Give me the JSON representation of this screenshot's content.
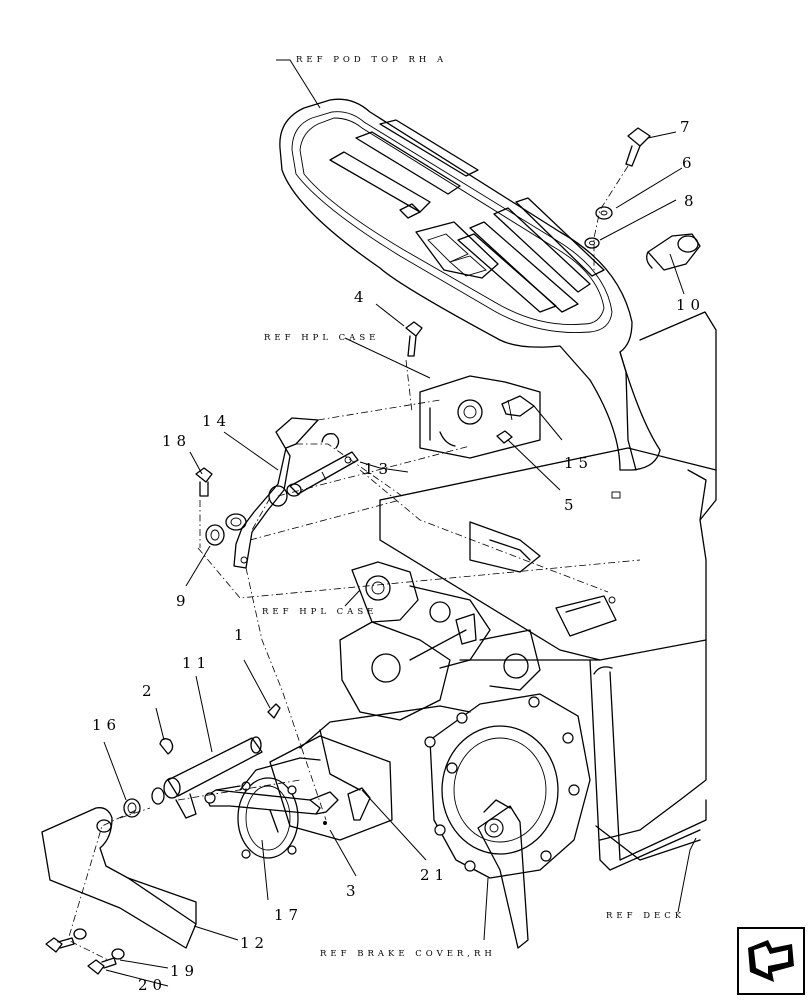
{
  "refs": {
    "pod_top": "REF POD TOP RH A",
    "hpl_case_upper": "REF HPL CASE",
    "hpl_case_lower": "REF HPL CASE",
    "brake_cover": "REF BRAKE COVER,RH",
    "deck": "REF DECK"
  },
  "callouts": {
    "c1": "1",
    "c2": "2",
    "c3": "3",
    "c4": "4",
    "c5": "5",
    "c6": "6",
    "c7": "7",
    "c8": "8",
    "c9": "9",
    "c10": "10",
    "c11": "11",
    "c12": "12",
    "c13": "13",
    "c14": "14",
    "c15": "15",
    "c16": "16",
    "c17": "17",
    "c18": "18",
    "c19": "19",
    "c20": "20",
    "c21": "21"
  },
  "icons": {
    "nav": "next-page-arrow-icon"
  }
}
